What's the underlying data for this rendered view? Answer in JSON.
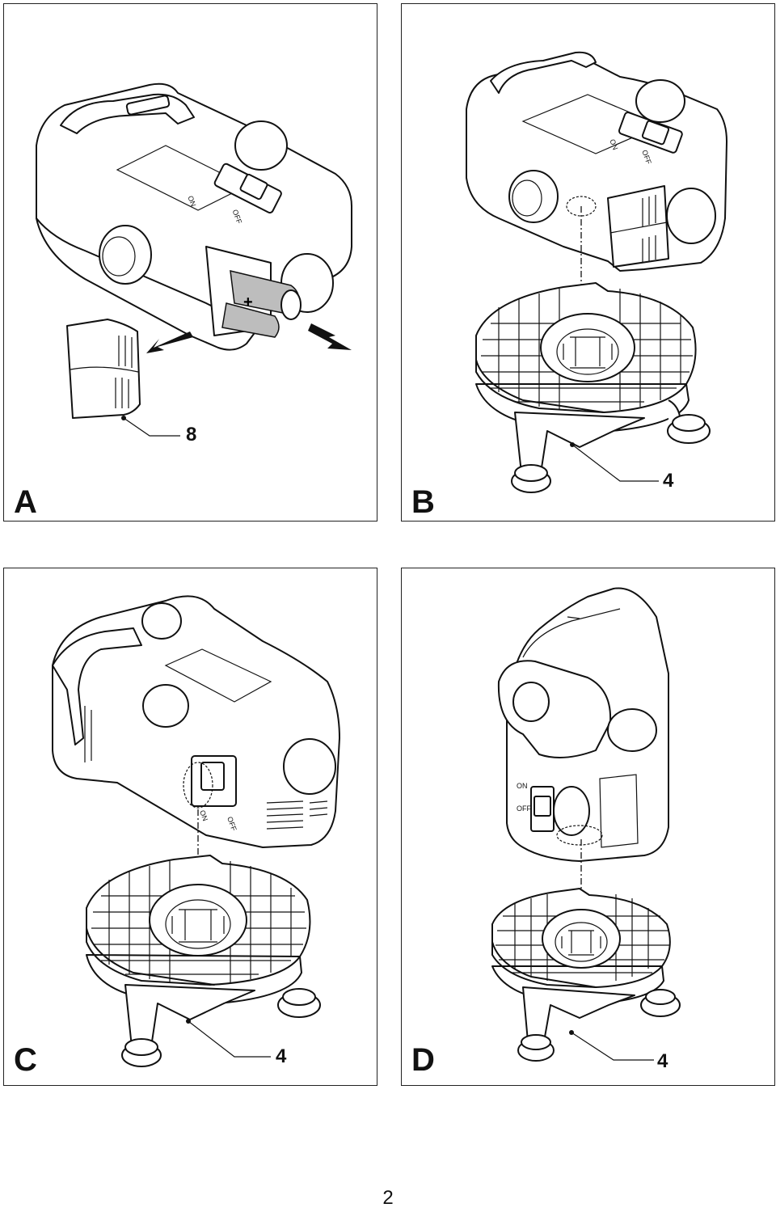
{
  "panels": [
    {
      "id": "A",
      "letter": "A",
      "callout": "8",
      "switch_labels": {
        "on": "ON",
        "off": "OFF"
      }
    },
    {
      "id": "B",
      "letter": "B",
      "callout": "4",
      "switch_labels": {
        "on": "ON",
        "off": "OFF"
      }
    },
    {
      "id": "C",
      "letter": "C",
      "callout": "4",
      "switch_labels": {
        "on": "ON",
        "off": "OFF"
      }
    },
    {
      "id": "D",
      "letter": "D",
      "callout": "4",
      "switch_labels": {
        "on": "ON",
        "off": "OFF"
      }
    }
  ],
  "battery_polarity": "+",
  "page_number": "2"
}
